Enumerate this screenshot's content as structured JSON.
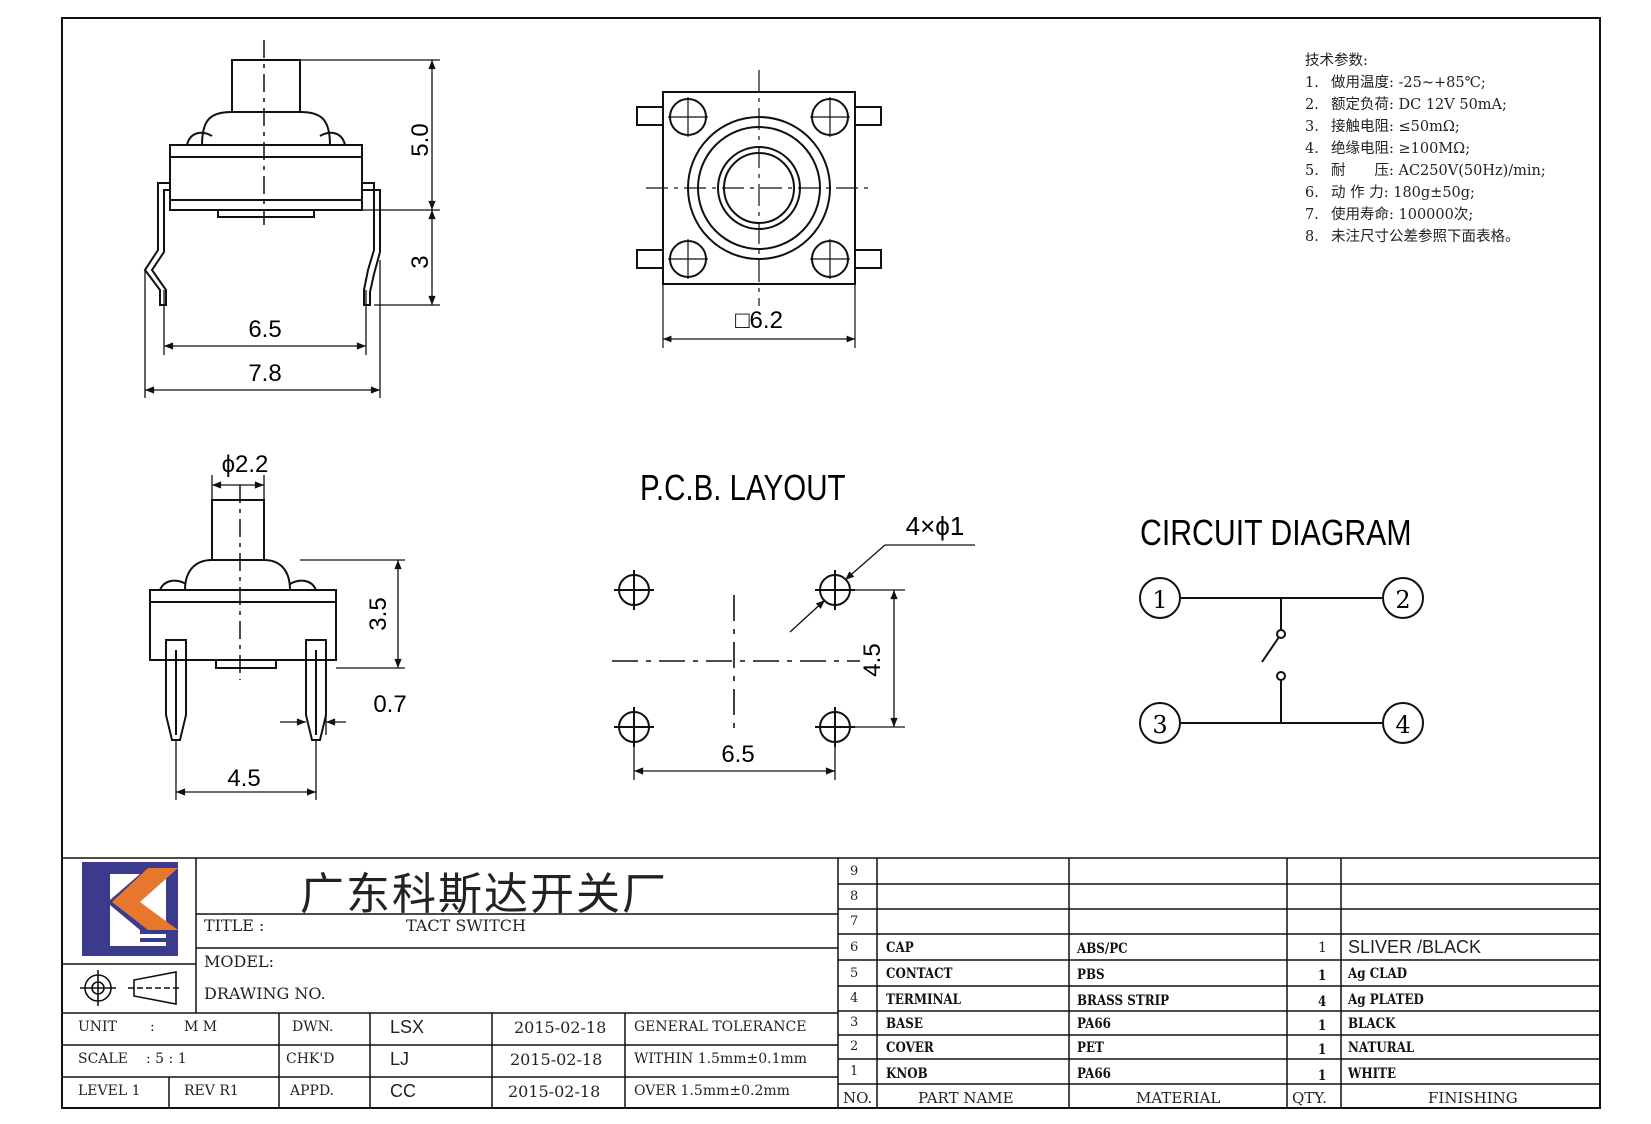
{
  "specs": {
    "heading": "技术参数:",
    "items": [
      {
        "n": "1.",
        "text": "做用温度: -25~+85℃;"
      },
      {
        "n": "2.",
        "text": "额定负荷: DC 12V 50mA;"
      },
      {
        "n": "3.",
        "text": "接触电阻: ≤50mΩ;"
      },
      {
        "n": "4.",
        "text": "绝缘电阻: ≥100MΩ;"
      },
      {
        "n": "5.",
        "text": "耐　　压: AC250V(50Hz)/min;"
      },
      {
        "n": "6.",
        "text": "动 作 力: 180g±50g;"
      },
      {
        "n": "7.",
        "text": "使用寿命: 100000次;"
      },
      {
        "n": "8.",
        "text": "未注尺寸公差参照下面表格。"
      }
    ]
  },
  "dimensions": {
    "side_height_top": "5.0",
    "side_height_bottom": "3",
    "side_width_inner": "6.5",
    "side_width_outer": "7.8",
    "top_square": "□6.2",
    "front_knob_dia": "ϕ2.2",
    "front_height": "3.5",
    "front_pin": "0.7",
    "front_width": "4.5",
    "pcb_holes": "4×ϕ1",
    "pcb_vertical": "4.5",
    "pcb_horizontal": "6.5"
  },
  "labels": {
    "pcb_layout": "P.C.B. LAYOUT",
    "circuit_diagram": "CIRCUIT  DIAGRAM",
    "pins": [
      "1",
      "2",
      "3",
      "4"
    ]
  },
  "titleblock": {
    "company": "广东科斯达开关厂",
    "title_label": "TITLE :",
    "title_value": "TACT SWITCH",
    "model_label": "MODEL:",
    "drawing_label": "DRAWING NO.",
    "unit_label": "UNIT",
    "unit_colon": ":",
    "unit_value": "M M",
    "scale_label": "SCALE",
    "scale_value": ":  5 : 1",
    "level_label": "LEVEL 1",
    "rev_label": "REV  R1",
    "dwn_label": "DWN.",
    "chk_label": "CHK'D",
    "appd_label": "APPD.",
    "dwn_name": "LSX",
    "chk_name": "LJ",
    "appd_name": "CC",
    "dwn_date": "2015-02-18",
    "chk_date": "2015-02-18",
    "appd_date": "2015-02-18",
    "tol_heading": "GENERAL TOLERANCE",
    "tol_within": "WITHIN 1.5mm±0.1mm",
    "tol_over": "OVER   1.5mm±0.2mm"
  },
  "bom": {
    "headers": [
      "NO.",
      "PART  NAME",
      "MATERIAL",
      "QTY.",
      "FINISHING"
    ],
    "rows": [
      {
        "no": "9",
        "part": "",
        "material": "",
        "qty": "",
        "finishing": ""
      },
      {
        "no": "8",
        "part": "",
        "material": "",
        "qty": "",
        "finishing": ""
      },
      {
        "no": "7",
        "part": "",
        "material": "",
        "qty": "",
        "finishing": ""
      },
      {
        "no": "6",
        "part": "CAP",
        "material": "ABS/PC",
        "qty": "1",
        "finishing": "SLIVER /BLACK"
      },
      {
        "no": "5",
        "part": "CONTACT",
        "material": "PBS",
        "qty": "1",
        "finishing": "Ag CLAD"
      },
      {
        "no": "4",
        "part": "TERMINAL",
        "material": "BRASS STRIP",
        "qty": "4",
        "finishing": "Ag PLATED"
      },
      {
        "no": "3",
        "part": "BASE",
        "material": "PA66",
        "qty": "1",
        "finishing": "BLACK"
      },
      {
        "no": "2",
        "part": "COVER",
        "material": "PET",
        "qty": "1",
        "finishing": "NATURAL"
      },
      {
        "no": "1",
        "part": "KNOB",
        "material": "PA66",
        "qty": "1",
        "finishing": "WHITE"
      }
    ]
  },
  "colors": {
    "logo_blue": "#3b3a8c",
    "logo_orange": "#e8772e",
    "line": "#111111"
  }
}
